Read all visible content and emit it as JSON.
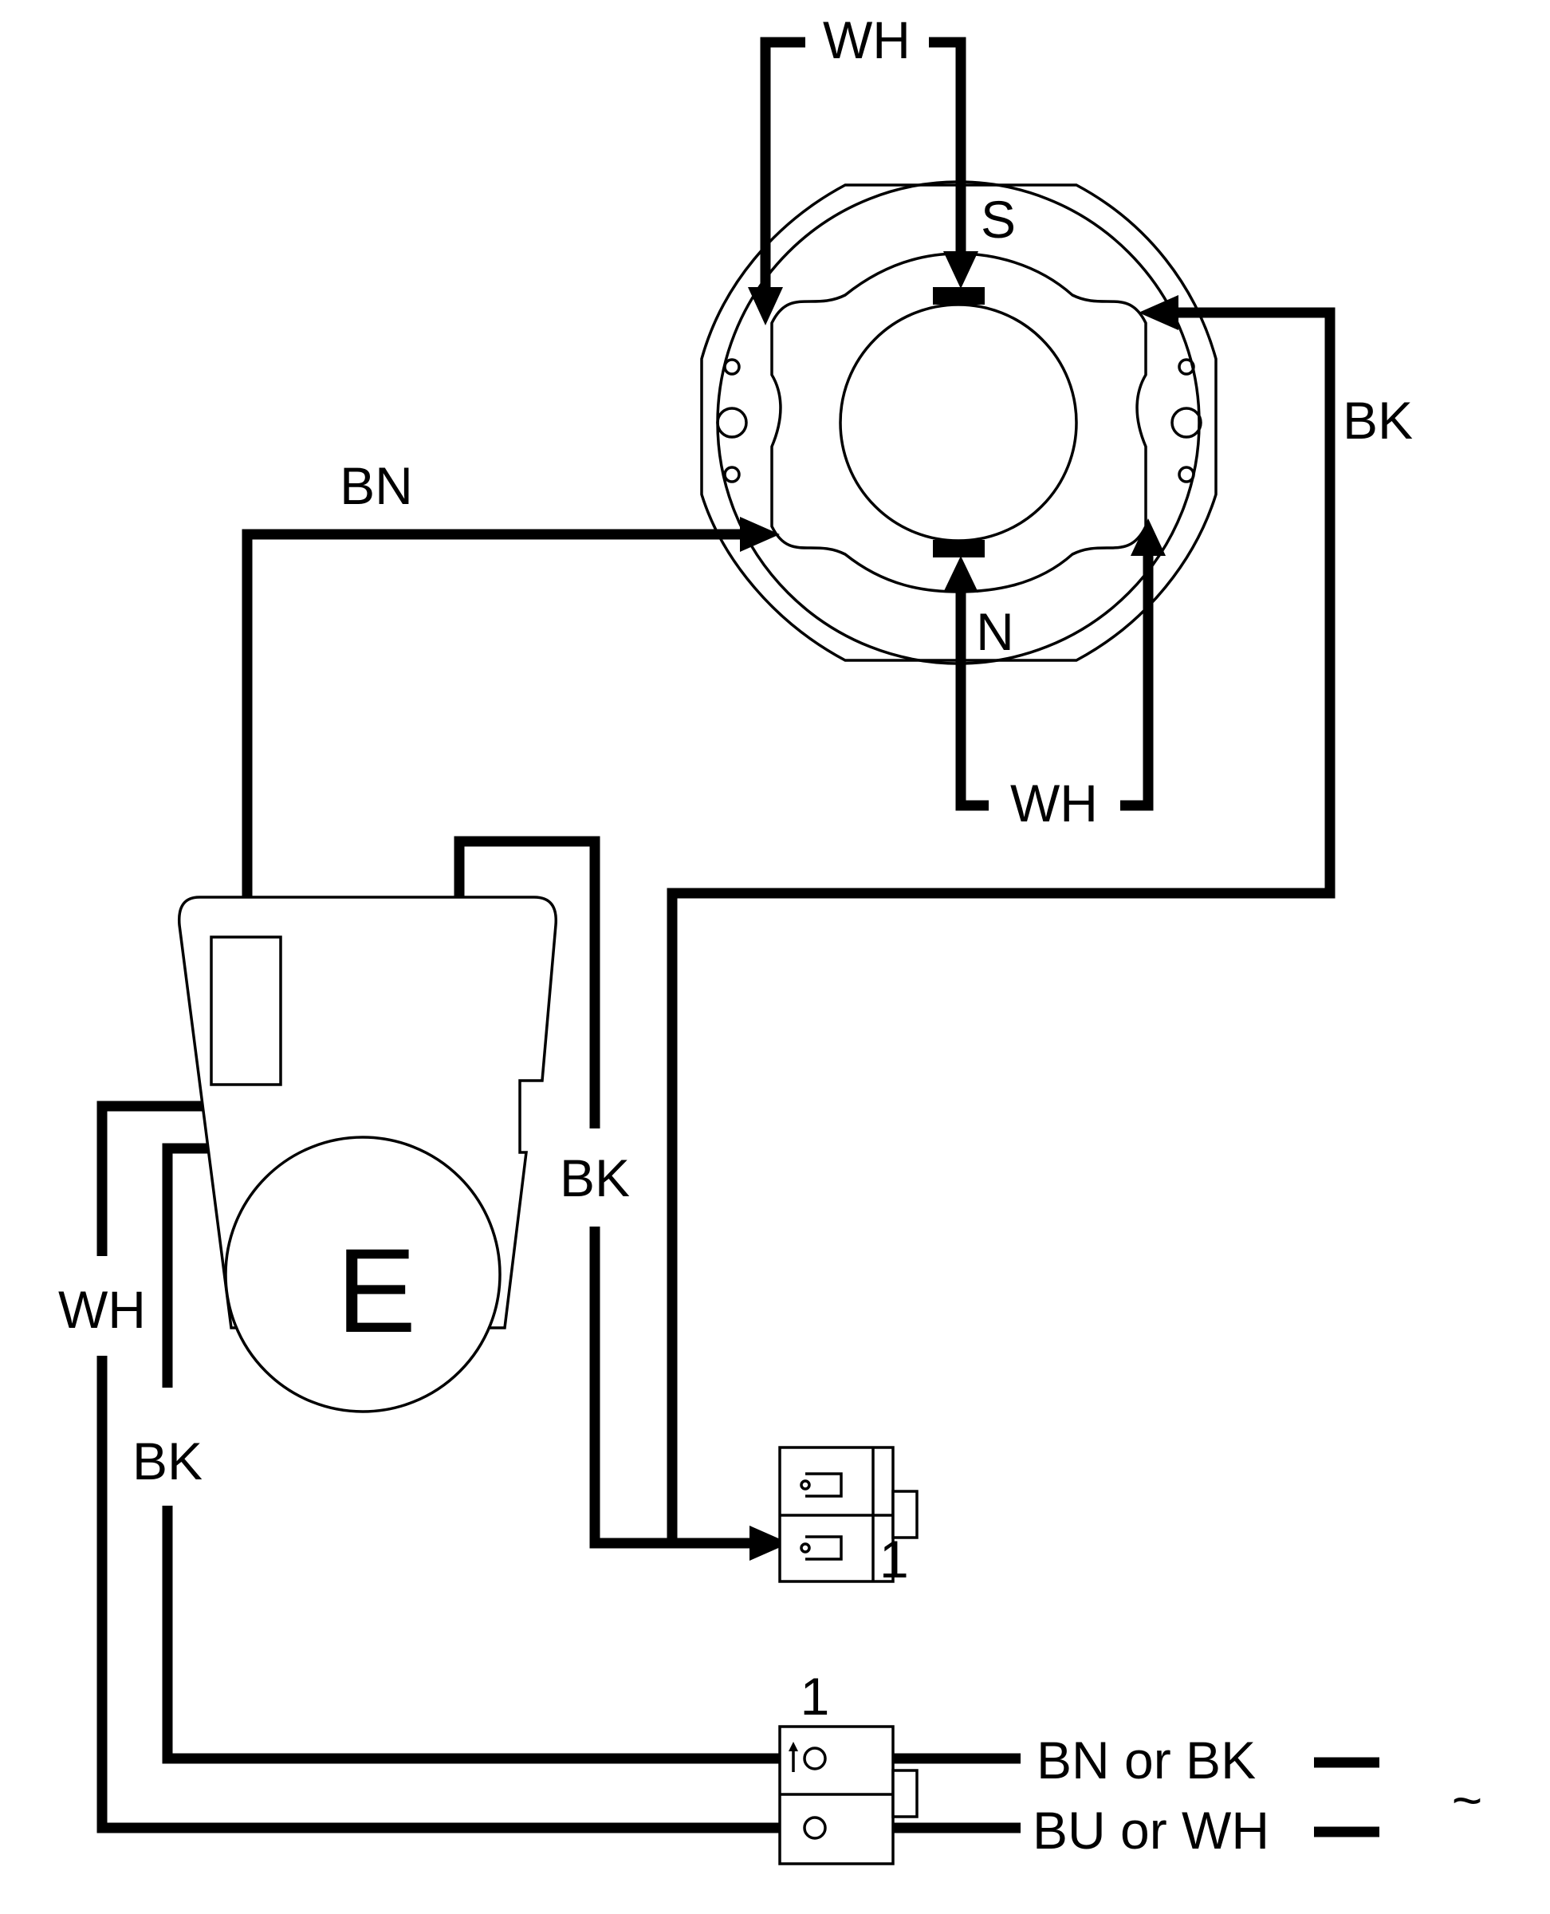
{
  "labels": {
    "wh_top": "WH",
    "s_pole": "S",
    "bk_right": "BK",
    "bn_left": "BN",
    "n_pole": "N",
    "wh_bottom": "WH",
    "bk_middle": "BK",
    "e_component": "E",
    "wh_left": "WH",
    "bk_left": "BK",
    "terminal_one_upper": "1",
    "terminal_one_lower": "1",
    "supply_live": "BN or BK",
    "supply_neutral": "BU or WH",
    "ac_symbol": "~"
  },
  "colors": {
    "line": "#000000",
    "background": "#ffffff"
  }
}
